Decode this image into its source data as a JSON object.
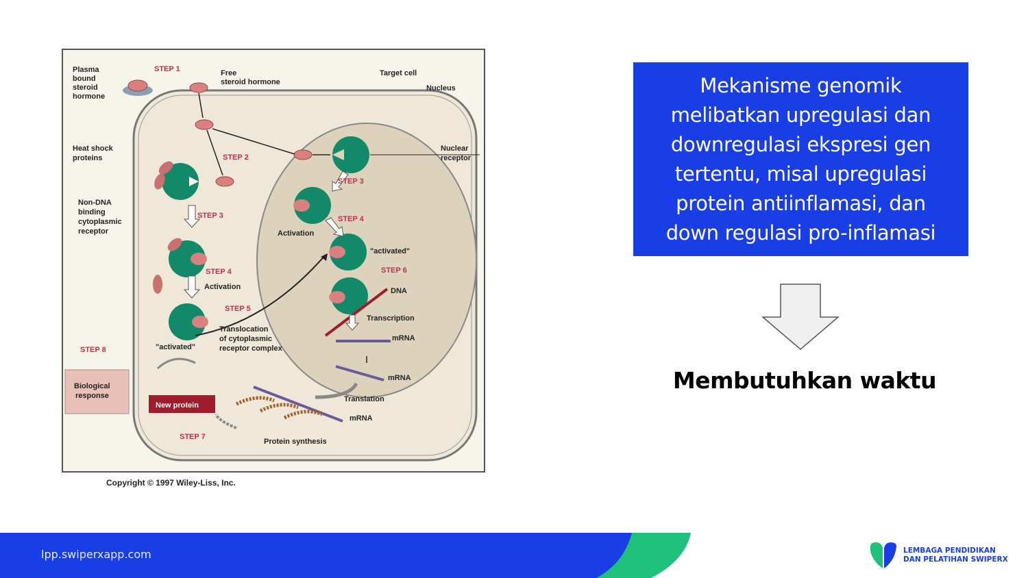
{
  "diagram": {
    "labels": {
      "plasma_bound": [
        "Plasma",
        "bound",
        "steroid",
        "hormone"
      ],
      "step1": "STEP 1",
      "free_hormone": [
        "Free",
        "steroid hormone"
      ],
      "target_cell": "Target cell",
      "nucleus": "Nucleus",
      "heat_shock": [
        "Heat shock",
        "proteins"
      ],
      "step2": "STEP 2",
      "nuclear_receptor": [
        "Nuclear",
        "receptor"
      ],
      "non_dna": [
        "Non-DNA",
        "binding",
        "cytoplasmic",
        "receptor"
      ],
      "step3_left": "STEP 3",
      "step3_right": "STEP 3",
      "activation_right": "Activation",
      "step4_right": "STEP 4",
      "activated_right": "\"activated\"",
      "step4_left": "STEP 4",
      "activation_left": "Activation",
      "step6": "STEP 6",
      "dna": "DNA",
      "step5": "STEP 5",
      "transcription": "Transcription",
      "translocation": [
        "Translocation",
        "of cytoplasmic",
        "receptor complex"
      ],
      "activated_left": "\"activated\"",
      "mrna1": "mRNA",
      "step8": "STEP 8",
      "biological_response": [
        "Biological",
        "response"
      ],
      "mrna2": "mRNA",
      "new_protein": "New protein",
      "translation": "Translation",
      "mrna3": "mRNA",
      "step7": "STEP 7",
      "protein_synthesis": "Protein synthesis",
      "copyright": "Copyright © 1997 Wiley-Liss, Inc."
    }
  },
  "info_box": {
    "lines": [
      "Mekanisme genomik",
      "melibatkan upregulasi dan",
      "downregulasi ekspresi gen",
      "tertentu, misal upregulasi",
      "protein antiinflamasi, dan",
      "down regulasi pro-inflamasi"
    ]
  },
  "conclusion": "Membutuhkan waktu",
  "footer": {
    "url": "lpp.swiperxapp.com",
    "logo_lines": [
      "LEMBAGA PENDIDIKAN",
      "DAN PELATIHAN SWIPERX"
    ]
  },
  "colors": {
    "blue": "#1a3ee6",
    "green": "#1fc07a",
    "receptor_green": "#128a6a",
    "hormone_pink": "#d98080",
    "step_red": "#c0304a",
    "cell_bg": "#efe8d8",
    "nucleus_bg": "#ddd3bd"
  }
}
